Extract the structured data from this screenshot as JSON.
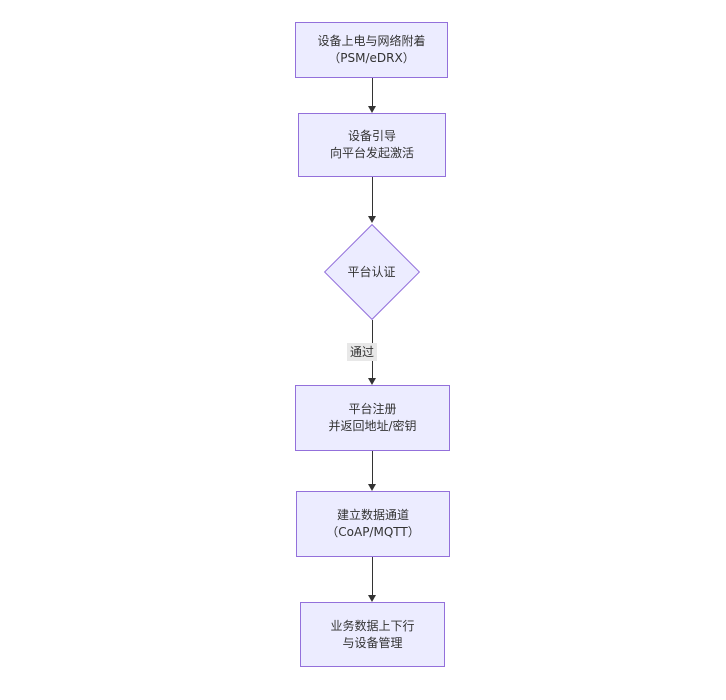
{
  "diagram": {
    "type": "flowchart",
    "direction": "top-down",
    "colors": {
      "node_fill": "#ECECFF",
      "node_border": "#9370DB",
      "edge_stroke": "#333333",
      "edge_label_bg": "#e8e8e8",
      "text": "#333333",
      "background": "#ffffff"
    },
    "nodes": [
      {
        "id": "A",
        "shape": "rect",
        "lines": [
          "设备上电与网络附着",
          "（PSM/eDRX）"
        ]
      },
      {
        "id": "B",
        "shape": "rect",
        "lines": [
          "设备引导",
          "向平台发起激活"
        ]
      },
      {
        "id": "C",
        "shape": "diamond",
        "lines": [
          "平台认证"
        ]
      },
      {
        "id": "D",
        "shape": "rect",
        "lines": [
          "平台注册",
          "并返回地址/密钥"
        ]
      },
      {
        "id": "E",
        "shape": "rect",
        "lines": [
          "建立数据通道",
          "（CoAP/MQTT）"
        ]
      },
      {
        "id": "F",
        "shape": "rect",
        "lines": [
          "业务数据上下行",
          "与设备管理"
        ]
      }
    ],
    "edges": [
      {
        "from": "A",
        "to": "B",
        "label": ""
      },
      {
        "from": "B",
        "to": "C",
        "label": ""
      },
      {
        "from": "C",
        "to": "D",
        "label": "通过"
      },
      {
        "from": "D",
        "to": "E",
        "label": ""
      },
      {
        "from": "E",
        "to": "F",
        "label": ""
      }
    ]
  }
}
